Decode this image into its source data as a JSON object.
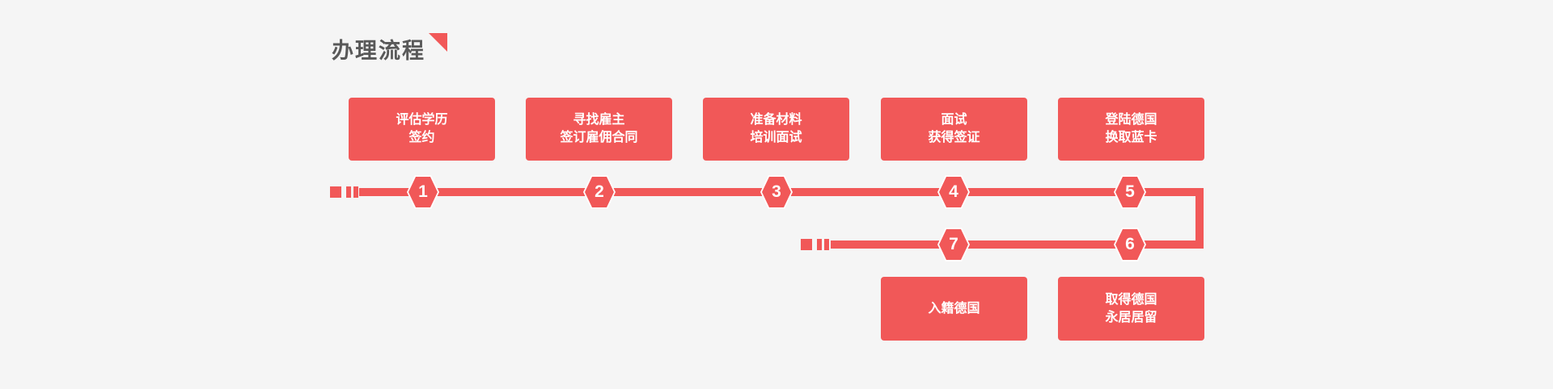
{
  "background_color": "#f5f5f5",
  "accent_color": "#f15858",
  "title_color": "#595959",
  "header": {
    "title": "办理流程",
    "decoration": "corner-triangle"
  },
  "steps": [
    {
      "number": "1",
      "lines": [
        "评估学历",
        "签约"
      ]
    },
    {
      "number": "2",
      "lines": [
        "寻找雇主",
        "签订雇佣合同"
      ]
    },
    {
      "number": "3",
      "lines": [
        "准备材料",
        "培训面试"
      ]
    },
    {
      "number": "4",
      "lines": [
        "面试",
        "获得签证"
      ]
    },
    {
      "number": "5",
      "lines": [
        "登陆德国",
        "换取蓝卡"
      ]
    },
    {
      "number": "6",
      "lines": [
        "取得德国",
        "永居居留"
      ]
    },
    {
      "number": "7",
      "lines": [
        "入籍德国"
      ]
    }
  ]
}
